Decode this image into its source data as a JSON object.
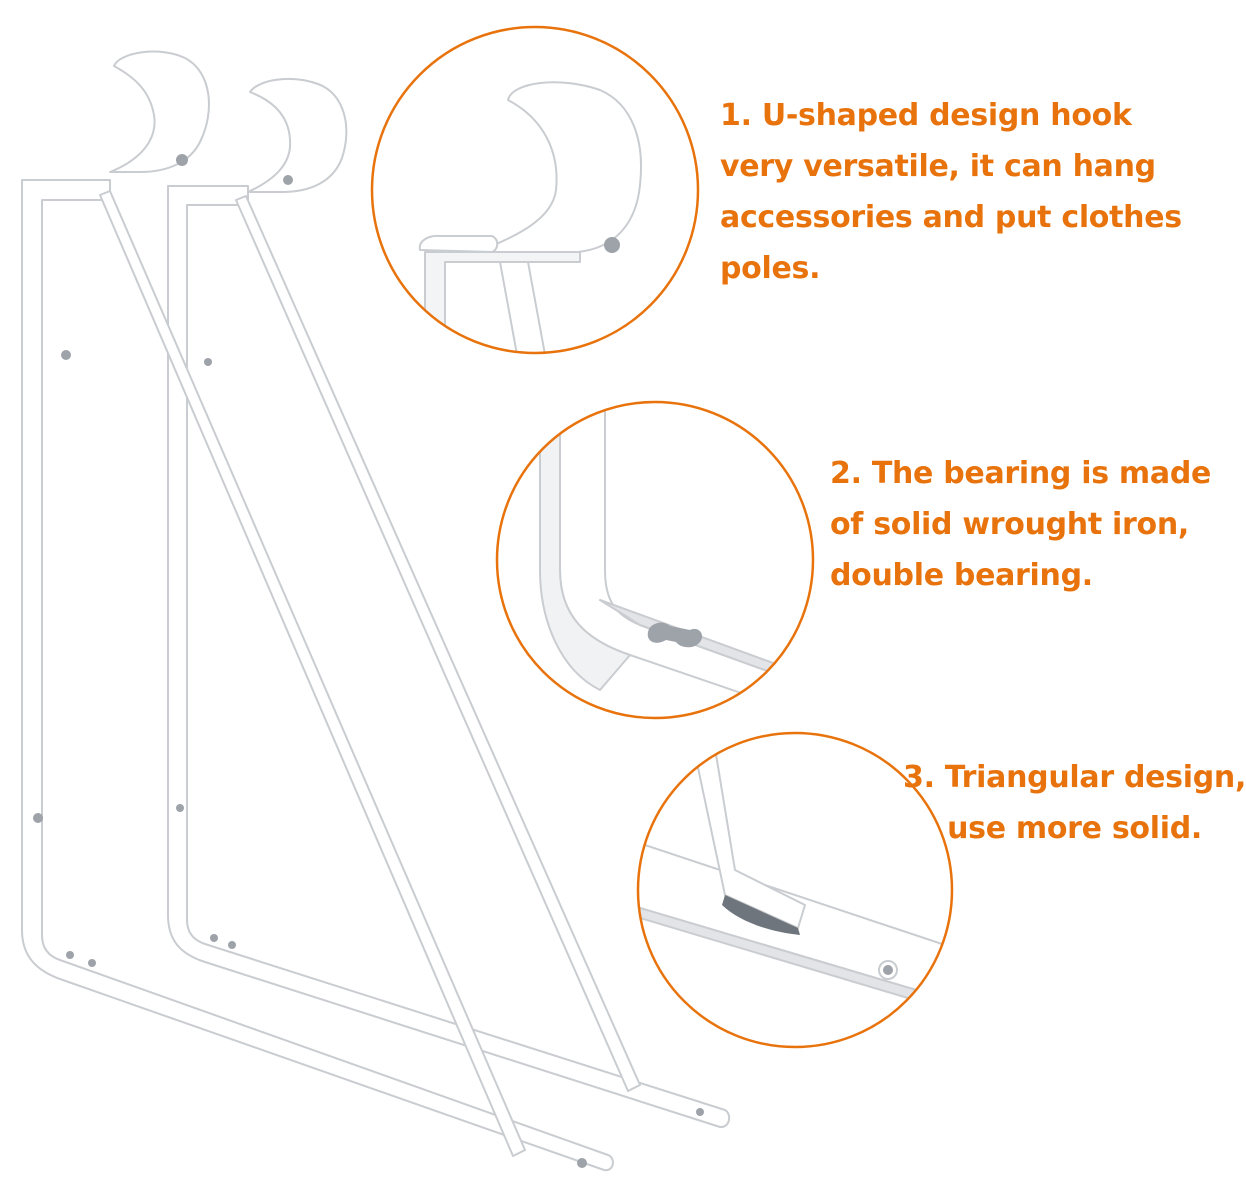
{
  "colors": {
    "accent_orange": "#E8730C",
    "bracket_white": "#FFFFFF",
    "bracket_edge": "#C9CCD0",
    "bracket_shadow": "#E2E4E7",
    "hole": "#9EA3A9",
    "background": "#FFFFFF"
  },
  "features": [
    {
      "lines": [
        "1. U-shaped design hook",
        "very versatile, it can hang",
        "accessories and put clothes",
        "poles."
      ]
    },
    {
      "lines": [
        "2. The bearing is made",
        "of solid wrought iron,",
        "double bearing."
      ]
    },
    {
      "lines": [
        "3. Triangular design,",
        "use more solid."
      ]
    }
  ],
  "icons": {
    "bracket": "shelf-bracket-icon",
    "zoom_hook": "u-hook-closeup-icon",
    "zoom_bearing": "bearing-closeup-icon",
    "zoom_triangle": "triangle-brace-closeup-icon"
  }
}
